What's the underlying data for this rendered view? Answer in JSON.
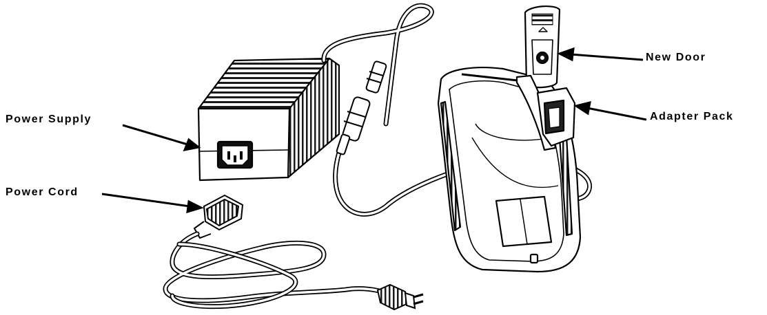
{
  "labels": {
    "power_supply": "Power Supply",
    "power_cord": "Power Cord",
    "new_door": "New Door",
    "adapter_pack": "Adapter Pack"
  },
  "colors": {
    "ink": "#000000",
    "background": "#ffffff",
    "shade": "#4a4a4a"
  }
}
